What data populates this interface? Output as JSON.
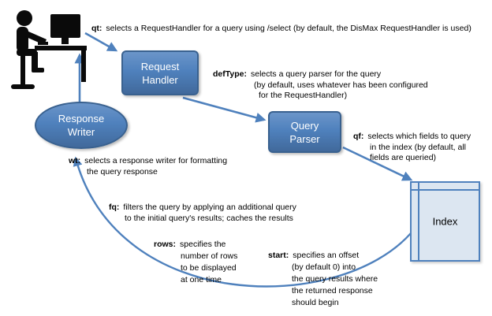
{
  "colors": {
    "node_fill": "#4f81bd",
    "node_border": "#39618f",
    "node_text": "#ffffff",
    "index_fill": "#dce6f1",
    "index_border": "#4f81bd",
    "arrow": "#4f81bd",
    "text": "#000000",
    "person_icon": "#0a0a0a"
  },
  "nodes": {
    "request_handler": {
      "line1": "Request",
      "line2": "Handler"
    },
    "query_parser": {
      "line1": "Query",
      "line2": "Parser"
    },
    "response_writer": {
      "line1": "Response",
      "line2": "Writer"
    },
    "index": {
      "label": "Index"
    }
  },
  "annotations": {
    "qt": {
      "label": "qt:",
      "line1": "selects a RequestHandler for a query using /select (by default, the DisMax RequestHandler is used)"
    },
    "defType": {
      "label": "defType:",
      "line1": "selects a query parser for the query",
      "line2": "(by default, uses whatever has been configured",
      "line3": "for the RequestHandler)"
    },
    "qf": {
      "label": "qf:",
      "line1": "selects which fields to query",
      "line2": "in the index (by default, all",
      "line3": "fields are queried)"
    },
    "wt": {
      "label": "wt:",
      "line1": "selects a response writer for formatting",
      "line2": "the query response"
    },
    "fq": {
      "label": "fq:",
      "line1": "filters the query by applying an additional query",
      "line2": "to the initial query's results; caches  the results"
    },
    "rows": {
      "label": "rows:",
      "line1": "specifies the",
      "line2": "number of rows",
      "line3": "to be displayed",
      "line4": "at one time"
    },
    "start": {
      "label": "start:",
      "line1": "specifies an offset",
      "line2": "(by default 0) into",
      "line3": "the query results where",
      "line4": "the returned response",
      "line5": "should begin"
    }
  }
}
